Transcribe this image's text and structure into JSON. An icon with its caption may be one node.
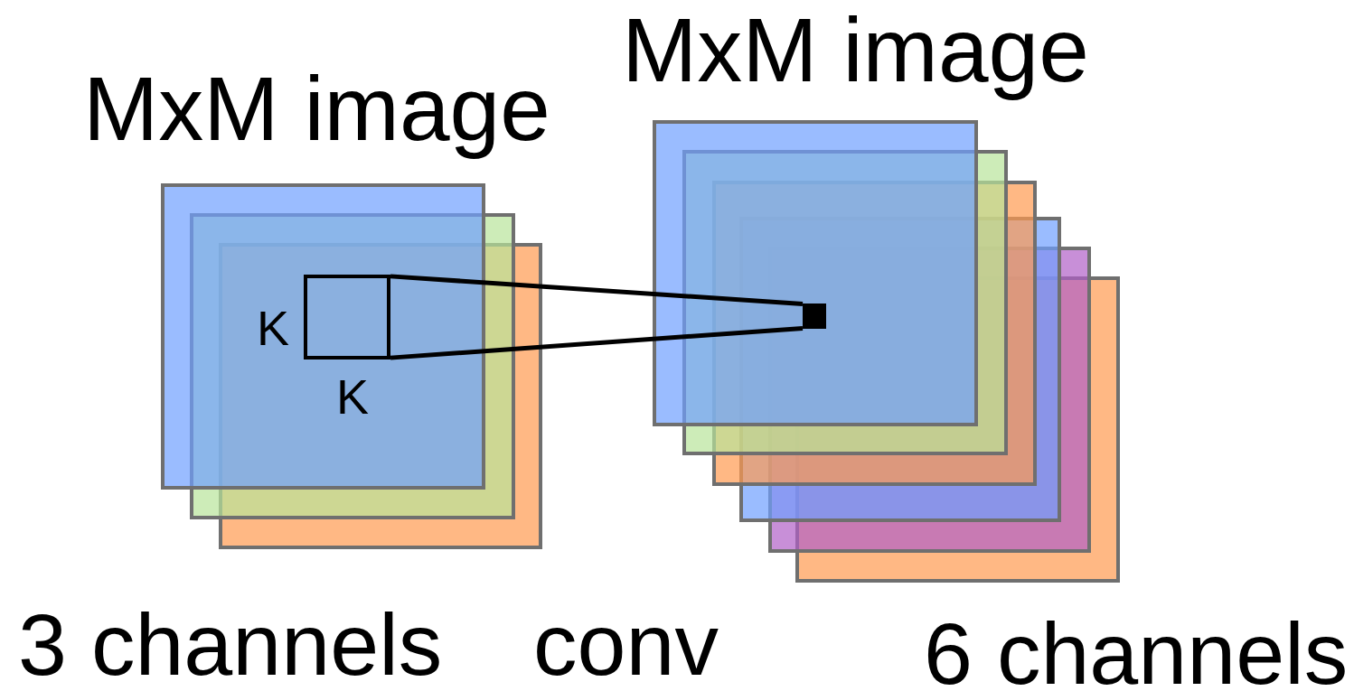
{
  "diagram": {
    "nodes": [
      {
        "text": [],
        "shape": "box",
        "beside": [
          "K",
          "K"
        ]
      },
      {
        "text": [],
        "shape": "box"
      }
    ],
    "edges": [
      {
        "from": 0,
        "to": 1,
        "arrow": "none"
      },
      {
        "from": 0,
        "to": 1,
        "arrow": "none"
      }
    ],
    "labels": [
      "MxM image",
      "MxM image",
      "3 channels",
      "conv",
      "6 channels"
    ]
  }
}
